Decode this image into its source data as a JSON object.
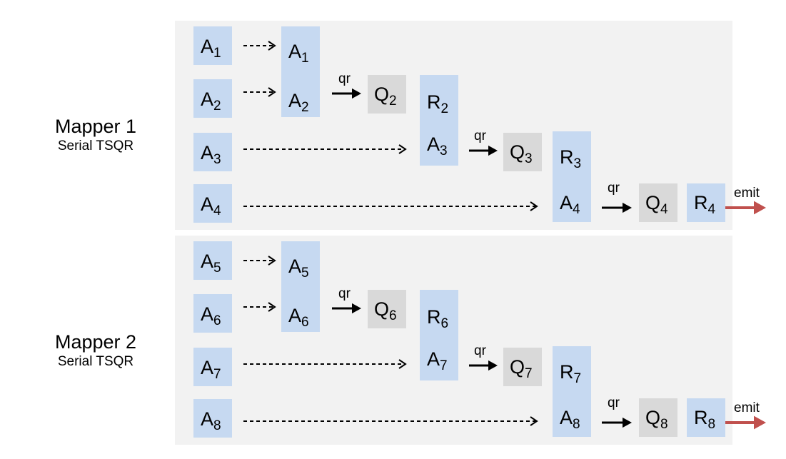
{
  "mappers": [
    {
      "title": "Mapper 1",
      "subtitle": "Serial TSQR",
      "inputs": [
        {
          "base": "A",
          "sub": "1"
        },
        {
          "base": "A",
          "sub": "2"
        },
        {
          "base": "A",
          "sub": "3"
        },
        {
          "base": "A",
          "sub": "4"
        }
      ],
      "stage1": [
        {
          "base": "A",
          "sub": "1"
        },
        {
          "base": "A",
          "sub": "2"
        }
      ],
      "q1": {
        "base": "Q",
        "sub": "2"
      },
      "stage2": [
        {
          "base": "R",
          "sub": "2"
        },
        {
          "base": "A",
          "sub": "3"
        }
      ],
      "q2": {
        "base": "Q",
        "sub": "3"
      },
      "stage3": [
        {
          "base": "R",
          "sub": "3"
        },
        {
          "base": "A",
          "sub": "4"
        }
      ],
      "q3": {
        "base": "Q",
        "sub": "4"
      },
      "result": {
        "base": "R",
        "sub": "4"
      }
    },
    {
      "title": "Mapper 2",
      "subtitle": "Serial TSQR",
      "inputs": [
        {
          "base": "A",
          "sub": "5"
        },
        {
          "base": "A",
          "sub": "6"
        },
        {
          "base": "A",
          "sub": "7"
        },
        {
          "base": "A",
          "sub": "8"
        }
      ],
      "stage1": [
        {
          "base": "A",
          "sub": "5"
        },
        {
          "base": "A",
          "sub": "6"
        }
      ],
      "q1": {
        "base": "Q",
        "sub": "6"
      },
      "stage2": [
        {
          "base": "R",
          "sub": "6"
        },
        {
          "base": "A",
          "sub": "7"
        }
      ],
      "q2": {
        "base": "Q",
        "sub": "7"
      },
      "stage3": [
        {
          "base": "R",
          "sub": "7"
        },
        {
          "base": "A",
          "sub": "8"
        }
      ],
      "q3": {
        "base": "Q",
        "sub": "8"
      },
      "result": {
        "base": "R",
        "sub": "8"
      }
    }
  ],
  "qr_label": "qr",
  "emit_label": "emit",
  "colors": {
    "panel": "#f2f2f2",
    "matrix_block": "#c6d9f1",
    "q_block": "#d9d9d9",
    "emit_arrow": "#c0504d",
    "arrow": "#000000"
  }
}
